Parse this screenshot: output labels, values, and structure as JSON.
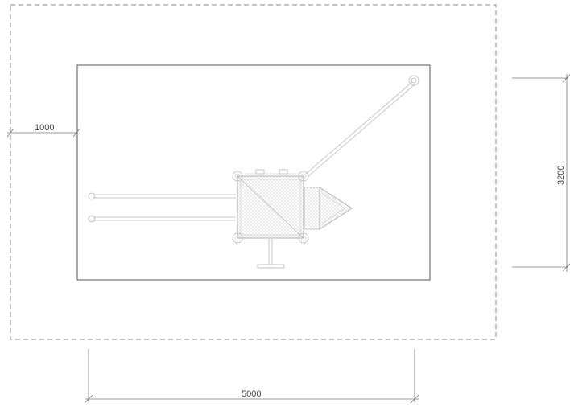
{
  "dimensions": {
    "left_offset": "1000",
    "width": "5000",
    "height": "3200"
  },
  "colors": {
    "outline": "#555555",
    "dashed_boundary": "#8a8a8a",
    "equipment": "#b8b8b8",
    "background": "#ffffff"
  }
}
